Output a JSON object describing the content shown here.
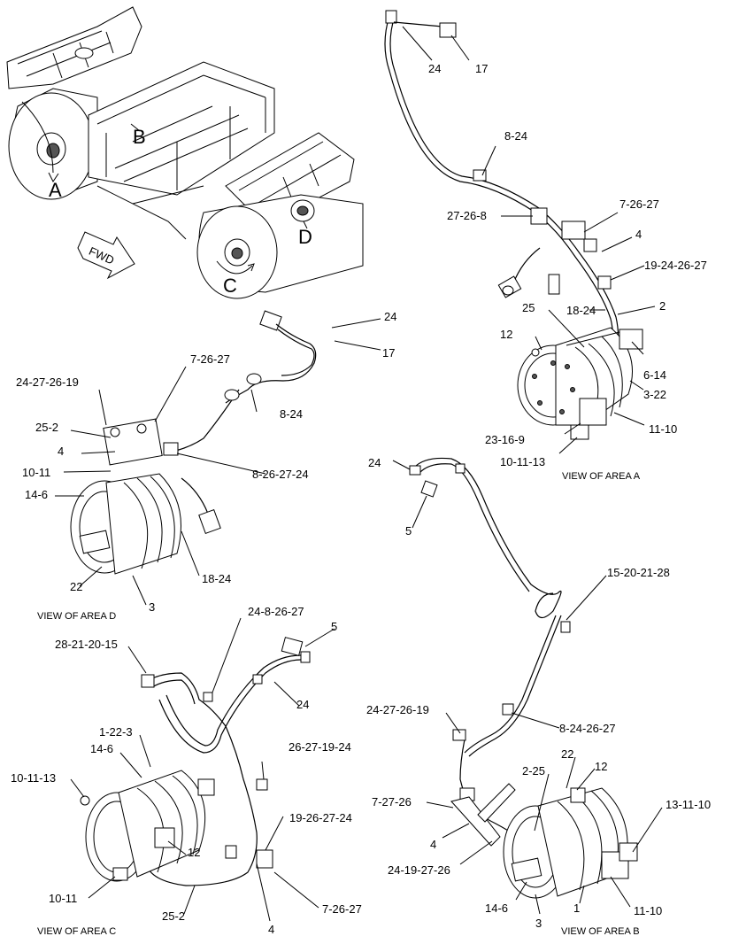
{
  "overview": {
    "area_letters": [
      "A",
      "B",
      "C",
      "D"
    ],
    "fwd_label": "FWD"
  },
  "area_a": {
    "caption": "VIEW OF AREA A",
    "callouts": [
      "24",
      "17",
      "8-24",
      "27-26-8",
      "7-26-27",
      "4",
      "19-24-26-27",
      "18-24",
      "2",
      "25",
      "12",
      "6-14",
      "3-22",
      "11-10",
      "23-16-9",
      "10-11-13"
    ]
  },
  "area_d": {
    "caption": "VIEW OF AREA D",
    "callouts": [
      "24",
      "17",
      "7-26-27",
      "24-27-26-19",
      "8-24",
      "25-2",
      "4",
      "8-26-27-24",
      "10-11",
      "14-6",
      "18-24",
      "22",
      "3"
    ]
  },
  "area_b_hose": {
    "callouts": [
      "24",
      "5",
      "15-20-21-28"
    ]
  },
  "area_c": {
    "caption": "VIEW OF AREA C",
    "callouts": [
      "24-8-26-27",
      "5",
      "28-21-20-15",
      "24",
      "1-22-3",
      "26-27-19-24",
      "14-6",
      "10-11-13",
      "19-26-27-24",
      "12",
      "10-11",
      "25-2",
      "7-26-27",
      "4"
    ]
  },
  "area_b": {
    "caption": "VIEW OF AREA B",
    "callouts": [
      "24-27-26-19",
      "8-24-26-27",
      "22",
      "2-25",
      "12",
      "7-27-26",
      "13-11-10",
      "4",
      "24-19-27-26",
      "14-6",
      "1",
      "11-10",
      "3"
    ]
  }
}
